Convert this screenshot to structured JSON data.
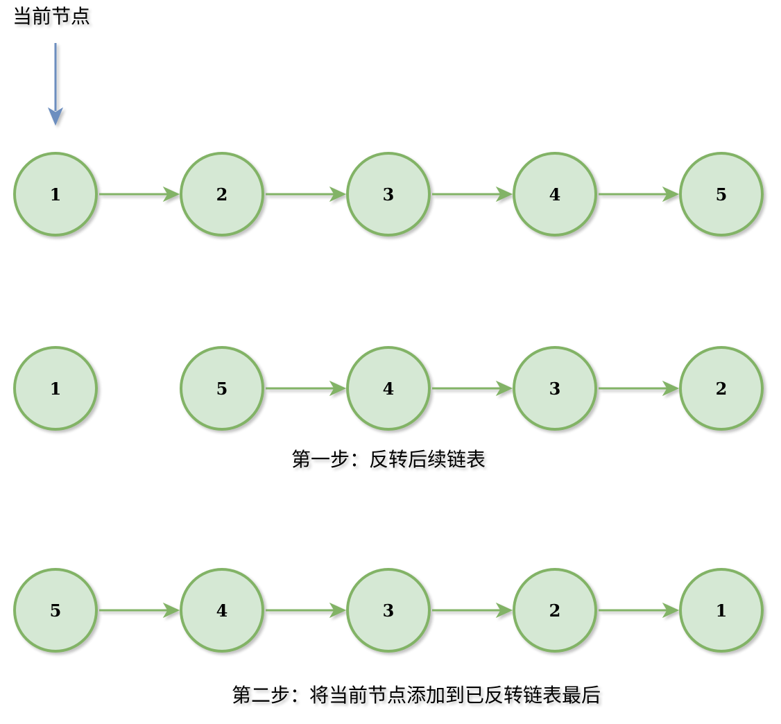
{
  "pointer": {
    "label": "当前节点",
    "color": "#6c8ebf"
  },
  "colors": {
    "node_fill": "#d5e8d4",
    "node_stroke": "#82b366",
    "edge": "#82b366"
  },
  "rows": [
    {
      "nodes": [
        "1",
        "2",
        "3",
        "4",
        "5"
      ],
      "links": [
        [
          0,
          1
        ],
        [
          1,
          2
        ],
        [
          2,
          3
        ],
        [
          3,
          4
        ]
      ],
      "caption": ""
    },
    {
      "nodes": [
        "1",
        "5",
        "4",
        "3",
        "2"
      ],
      "links": [
        [
          1,
          2
        ],
        [
          2,
          3
        ],
        [
          3,
          4
        ]
      ],
      "caption": "第一步：反转后续链表"
    },
    {
      "nodes": [
        "5",
        "4",
        "3",
        "2",
        "1"
      ],
      "links": [
        [
          0,
          1
        ],
        [
          1,
          2
        ],
        [
          2,
          3
        ],
        [
          3,
          4
        ]
      ],
      "caption": "第二步：将当前节点添加到已反转链表最后"
    }
  ]
}
